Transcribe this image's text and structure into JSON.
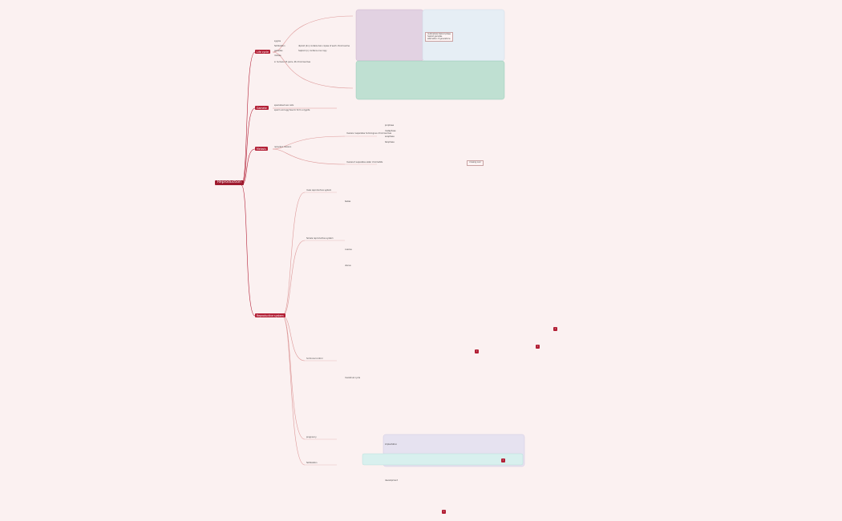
{
  "root": {
    "label": "Reproduction"
  },
  "branches": [
    {
      "label": "Life cycle"
    },
    {
      "label": "Gamete"
    },
    {
      "label": "Meiosis"
    },
    {
      "label": "Reproductive system"
    }
  ],
  "life_cycle": {
    "notes": [
      "zygote",
      "fertilization",
      "gametes",
      "mitosis",
      "diploid (2n) contains two copies of each chromosome",
      "haploid (n) contains one copy",
      "in humans 23 pairs, 46 chromosomes"
    ],
    "box_lines": [
      "multicellular diploid phase",
      "haploid gametes",
      "alternation of generations"
    ]
  },
  "gamete": {
    "notes": [
      "specialised sex cells",
      "sperm and egg fuse to form a zygote"
    ]
  },
  "meiosis": {
    "notes": [
      "reduction division",
      "meiosis I separates homologous chromosomes",
      "meiosis II separates sister chromatids",
      "prophase",
      "metaphase",
      "anaphase",
      "telophase",
      "crossing over"
    ]
  },
  "reproductive": {
    "notes": [
      "male reproductive system",
      "female reproductive system",
      "testes",
      "ovaries",
      "uterus",
      "hormonal control",
      "menstrual cycle",
      "pregnancy",
      "fertilization",
      "implantation",
      "development"
    ]
  }
}
